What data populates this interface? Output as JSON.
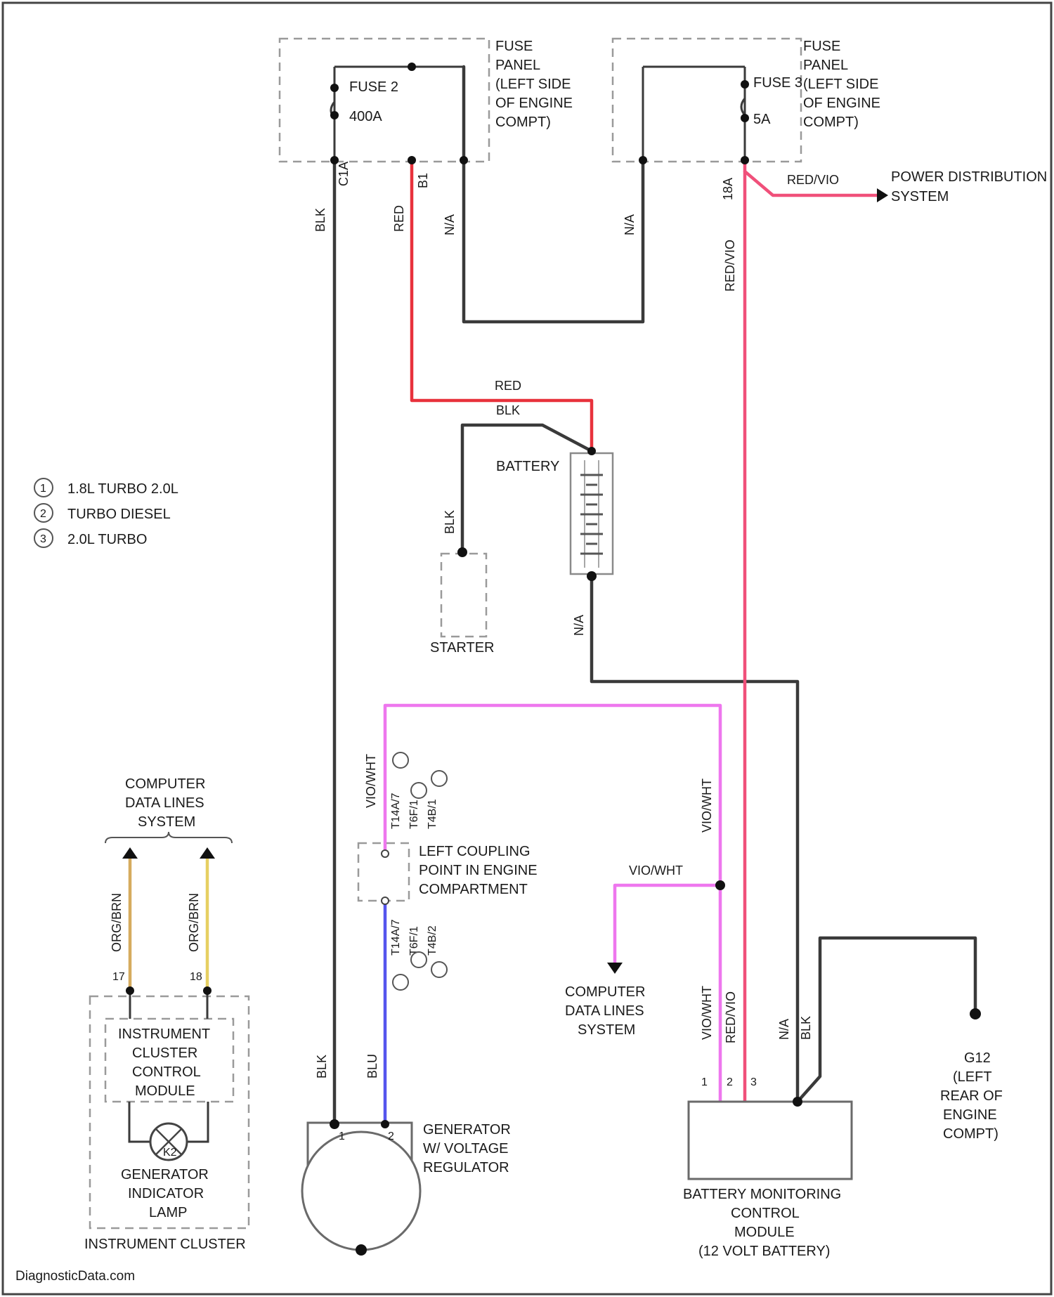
{
  "colors": {
    "blk": "#3a3a3a",
    "red": "#e8323c",
    "red_violet": "#f0507a",
    "violet_white": "#ee77ee",
    "blue": "#5555ee",
    "orange": "#d6ab5e",
    "yellow": "#e6cf62"
  },
  "fuse_panel_1": {
    "label": [
      "FUSE",
      "PANEL",
      "(LEFT SIDE",
      "OF ENGINE",
      "COMPT)"
    ],
    "fuse_name": "FUSE 2",
    "fuse_rating": "400A",
    "pins": [
      "C1A",
      "B1"
    ]
  },
  "fuse_panel_2": {
    "label": [
      "FUSE",
      "PANEL",
      "(LEFT SIDE",
      "OF ENGINE",
      "COMPT)"
    ],
    "fuse_name": "FUSE 3",
    "fuse_rating": "5A",
    "pins": [
      "18A"
    ]
  },
  "wires": {
    "blk": "BLK",
    "red": "RED",
    "red_vio": "RED/VIO",
    "n_a": "N/A",
    "vio_wht": "VIO/WHT",
    "blu": "BLU",
    "org_brn": "ORG/BRN"
  },
  "power_distribution": [
    "POWER DISTRIBUTION",
    "SYSTEM"
  ],
  "battery": {
    "label": "BATTERY"
  },
  "starter": {
    "label": "STARTER"
  },
  "legend": [
    {
      "num": "1",
      "text": "1.8L TURBO 2.0L"
    },
    {
      "num": "2",
      "text": "TURBO DIESEL"
    },
    {
      "num": "3",
      "text": "2.0L TURBO"
    }
  ],
  "computer_data_lines_top": [
    "COMPUTER",
    "DATA LINES",
    "SYSTEM"
  ],
  "computer_data_lines_mid": [
    "COMPUTER",
    "DATA LINES",
    "SYSTEM"
  ],
  "left_coupling": [
    "LEFT COUPLING",
    "POINT IN ENGINE",
    "COMPARTMENT"
  ],
  "coupling_pins_top": [
    "T14A/7",
    "T6F/1",
    "T4B/1"
  ],
  "coupling_pins_bottom": [
    "T14A/7",
    "T6F/1",
    "T4B/2"
  ],
  "ipc_pins": [
    "17",
    "18"
  ],
  "instrument_cluster_module": [
    "INSTRUMENT",
    "CLUSTER",
    "CONTROL",
    "MODULE"
  ],
  "generator_lamp": [
    "GENERATOR",
    "INDICATOR",
    "LAMP"
  ],
  "lamp_id": "K2",
  "instrument_cluster": "INSTRUMENT CLUSTER",
  "generator": [
    "GENERATOR",
    "W/ VOLTAGE",
    "REGULATOR"
  ],
  "bmcm": [
    "BATTERY MONITORING",
    "CONTROL",
    "MODULE",
    "(12 VOLT BATTERY)"
  ],
  "bmcm_pins": [
    "1",
    "2",
    "3"
  ],
  "ground": [
    "G12",
    "(LEFT",
    "REAR OF",
    "ENGINE",
    "COMPT)"
  ],
  "footer": "DiagnosticData.com"
}
